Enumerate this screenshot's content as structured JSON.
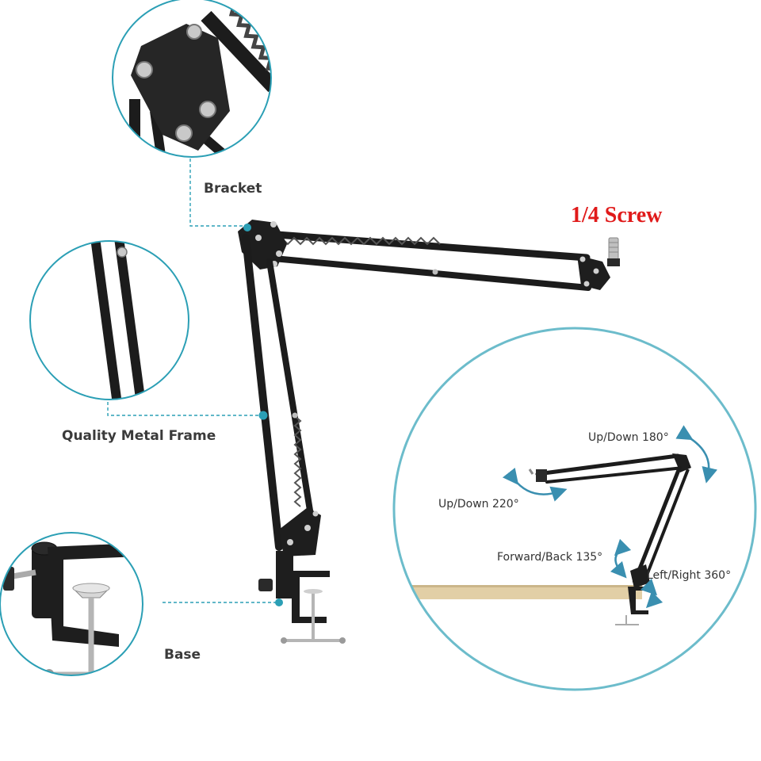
{
  "labels": {
    "bracket": "Bracket",
    "quality_metal_frame": "Quality Metal Frame",
    "base": "Base",
    "screw": "1/4 Screw"
  },
  "motion_labels": {
    "arm_up_down": "Up/Down 180°",
    "mount_up_down": "Up/Down 220°",
    "forward_back": "Forward/Back 135°",
    "left_right": "Left/Right 360°"
  },
  "colors": {
    "accent": "#2b9fb5",
    "circle_border": "#6cbccb",
    "screw_label": "#e01a1a",
    "arm": "#1c1c1c",
    "desk": "#e2cfa6",
    "arrow": "#3a8fb0"
  },
  "icons": {
    "callout_dot": "teal-dot",
    "motion_arrow": "curved-double-arrow"
  }
}
